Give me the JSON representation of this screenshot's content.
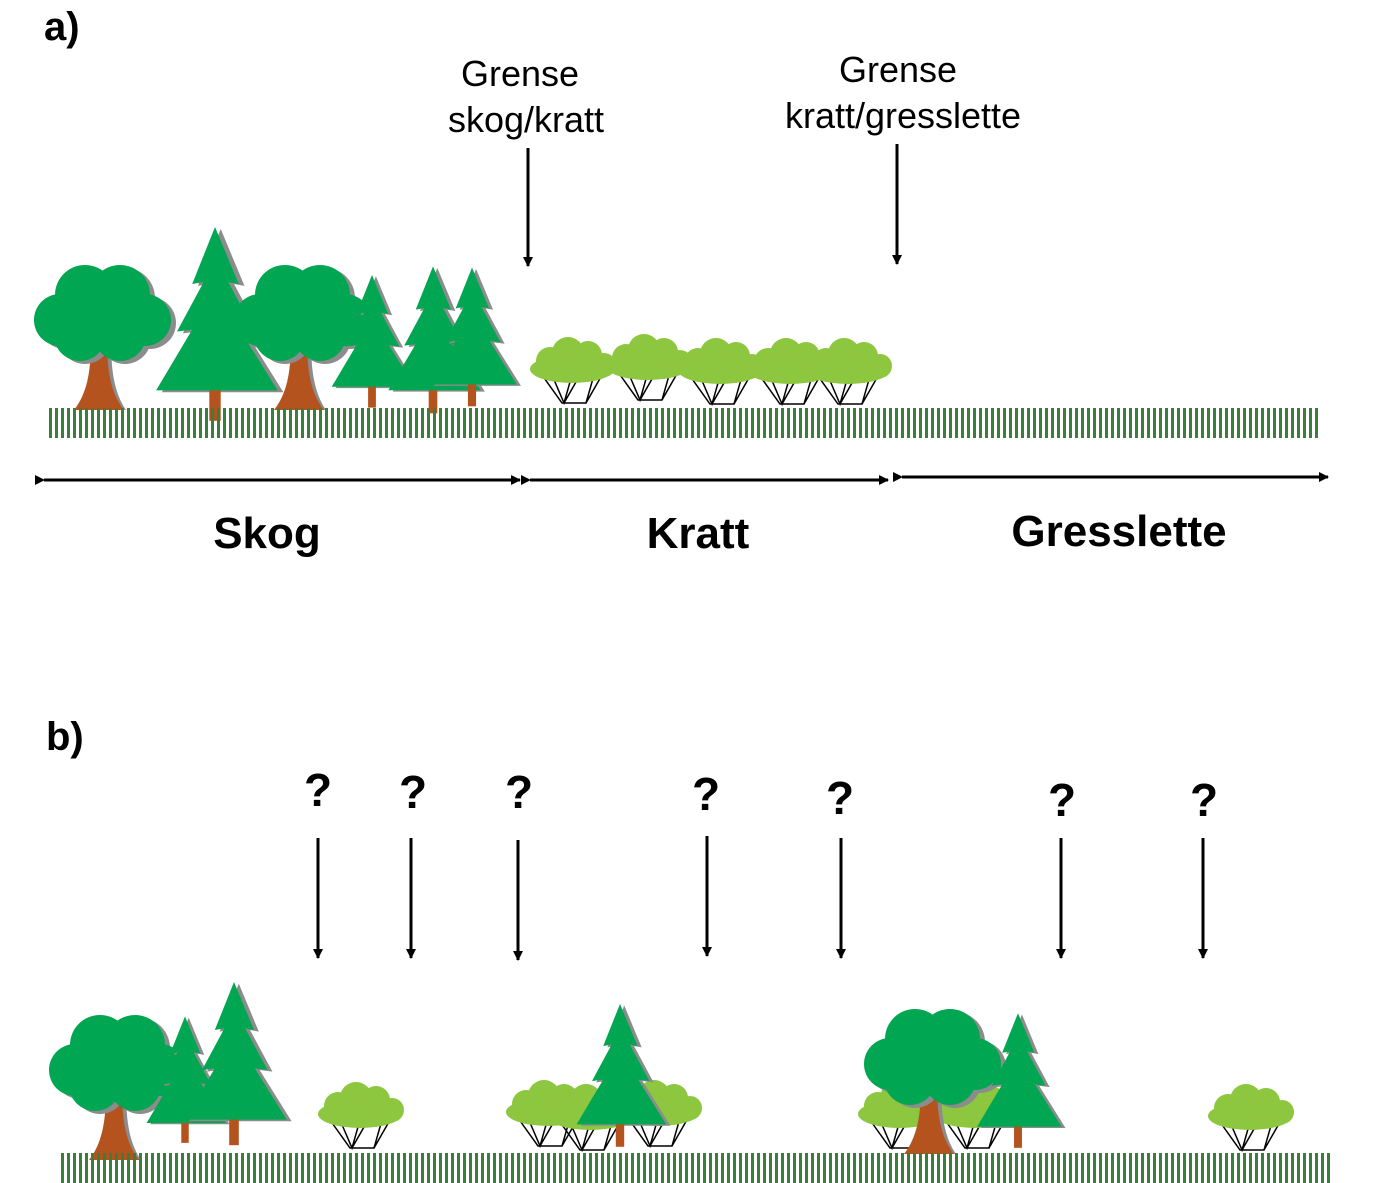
{
  "panel_a": {
    "label": "a)",
    "boundary_forest_scrub": [
      "Grense",
      "skog/kratt"
    ],
    "boundary_scrub_grassland": [
      "Grense",
      "kratt/gresslette"
    ],
    "zones": [
      "Skog",
      "Kratt",
      "Gresslette"
    ]
  },
  "panel_b": {
    "label": "b)",
    "question_marks": [
      "?",
      "?",
      "?",
      "?",
      "?",
      "?",
      "?"
    ]
  },
  "colors": {
    "tree_dark": "#00a651",
    "tree_shadow": "#8c8c8c",
    "trunk": "#b5531f",
    "shrub_light": "#8dc63f",
    "grass": "#3b7d3b",
    "text": "#000000"
  },
  "icons": [
    "deciduous-tree-icon",
    "conifer-tree-icon",
    "shrub-icon",
    "grass-strip-icon",
    "arrow-down-icon",
    "double-arrow-icon"
  ]
}
